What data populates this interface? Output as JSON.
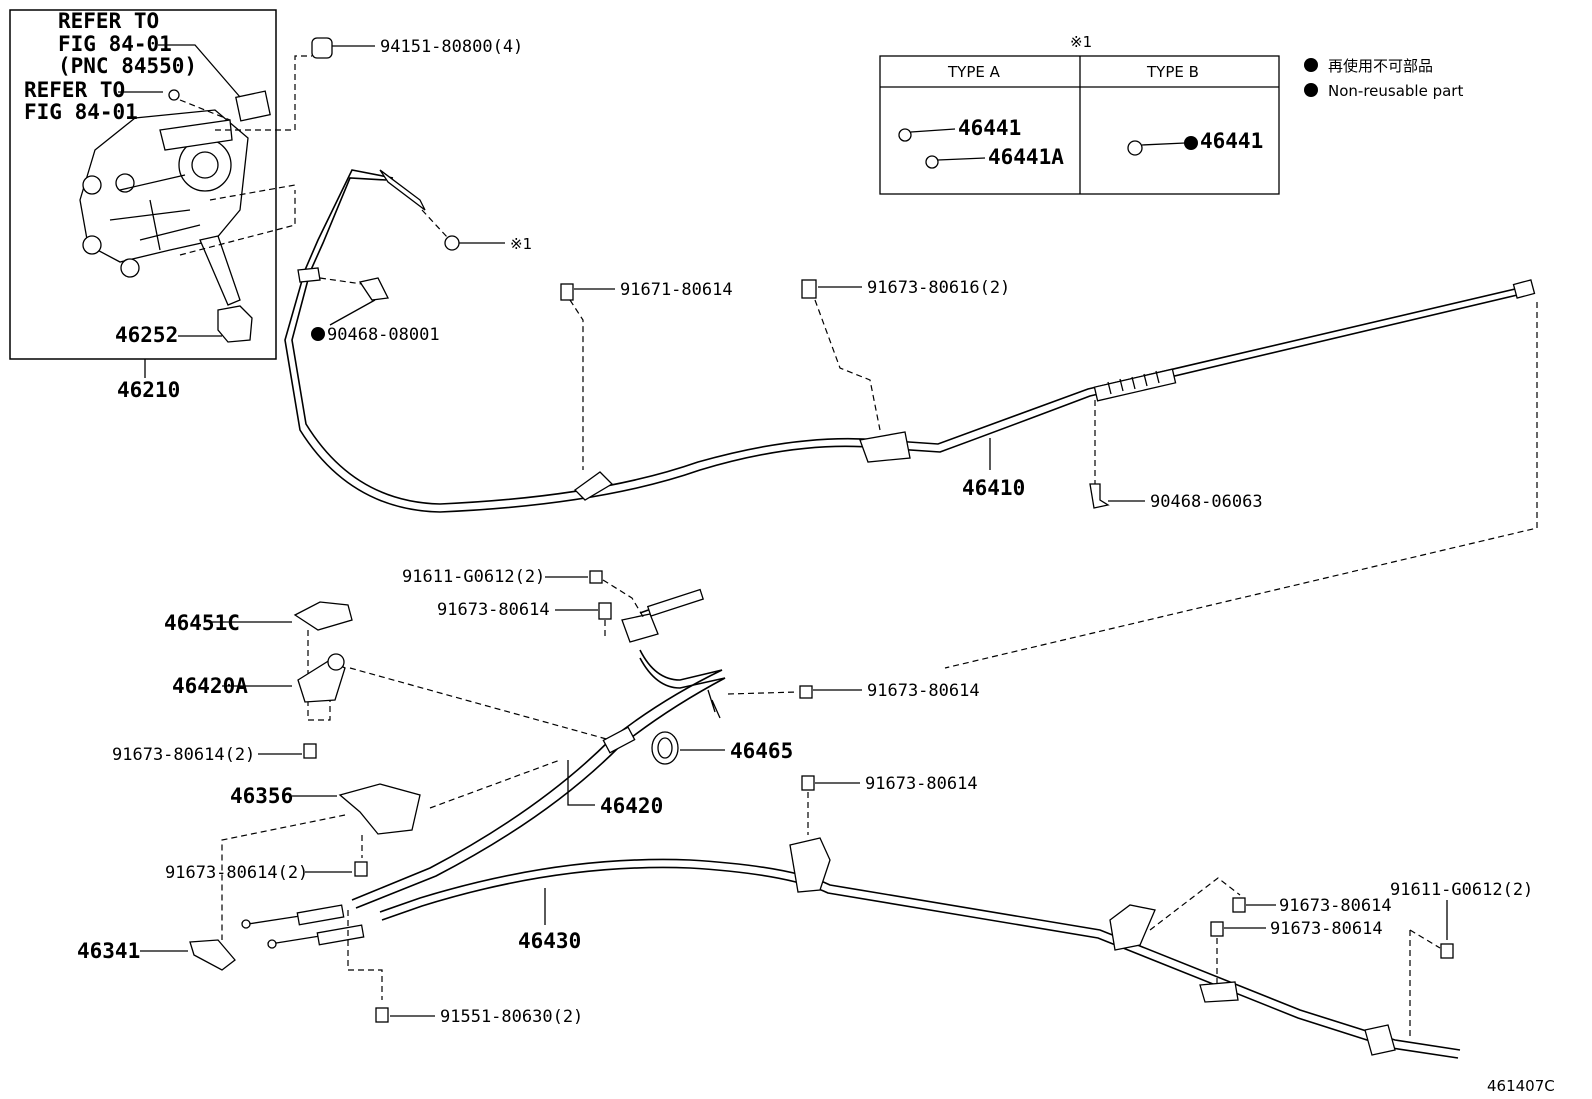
{
  "diagram_id": "461407C",
  "note_mark": "※1",
  "inset": {
    "refer_1": [
      "REFER TO",
      "FIG 84-01",
      "(PNC 84550)"
    ],
    "refer_2": [
      "REFER TO",
      "FIG 84-01"
    ],
    "pedal_pad": "46252",
    "pedal_pad_grease": "90468-08001",
    "assembly": "46210"
  },
  "type_table": {
    "title": "※1",
    "col_a": "TYPE A",
    "col_b": "TYPE B",
    "a_parts": [
      "46441",
      "46441A"
    ],
    "b_parts": [
      "46441"
    ]
  },
  "legend": {
    "jp": "再使用不可部品",
    "en": "Non-reusable part"
  },
  "labels": {
    "p94151": "94151-80800(4)",
    "p_note1": "※1",
    "p91671": "91671-80614",
    "p91673_616": "91673-80616(2)",
    "p46410": "46410",
    "p90468_063": "90468-06063",
    "p91611_top": "91611-G0612(2)",
    "p91673_mid": "91673-80614",
    "p46451c": "46451C",
    "p46420a": "46420A",
    "p91673_right": "91673-80614",
    "p91673_2a": "91673-80614(2)",
    "p46465": "46465",
    "p91673_center": "91673-80614",
    "p46356": "46356",
    "p46420": "46420",
    "p91673_2b": "91673-80614(2)",
    "p46430": "46430",
    "p91673_rb1": "91673-80614",
    "p91611_rb": "91611-G0612(2)",
    "p91673_rb2": "91673-80614",
    "p46341": "46341",
    "p91551": "91551-80630(2)"
  }
}
